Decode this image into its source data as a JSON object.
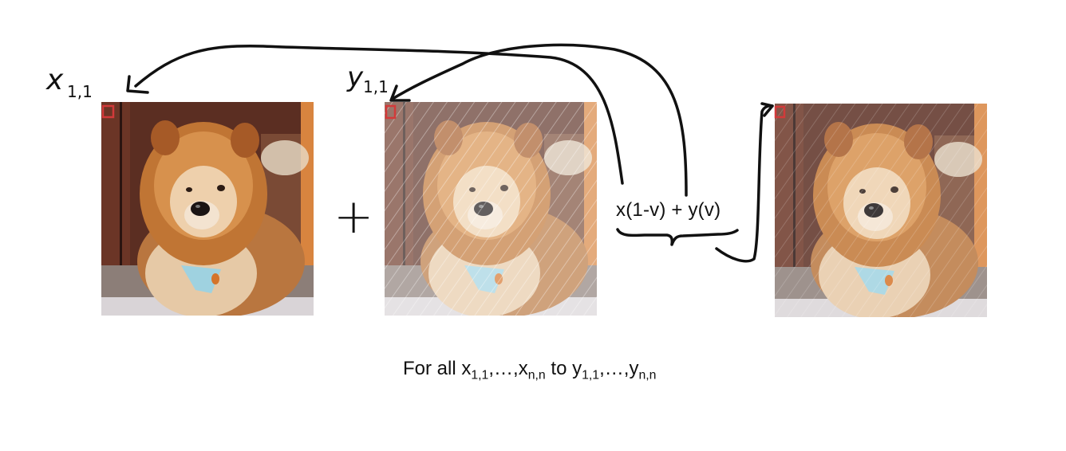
{
  "labels": {
    "x_label": "x",
    "x_label_sub": "1,1",
    "y_label": "y",
    "y_label_sub": "1,1",
    "plus": "+",
    "formula": "x(1-v) + y(v)"
  },
  "caption": {
    "prefix": "For all ",
    "x1": "x",
    "x1_sub": "1,1",
    "sep1": ",…,",
    "x2": "x",
    "x2_sub": "n,n",
    "to": " to ",
    "y1": "y",
    "y1_sub": "1,1",
    "sep2": ",…,",
    "y2": "y",
    "y2_sub": "n,n"
  },
  "images": [
    {
      "name": "source-image-x",
      "subject": "fluffy chow chow dog, original"
    },
    {
      "name": "target-image-y",
      "subject": "fluffy chow chow dog, faded with diagonal streaks"
    },
    {
      "name": "blended-image",
      "subject": "fluffy chow chow dog, blended result"
    }
  ],
  "colors": {
    "pixel_marker": "#d23a3a",
    "ink": "#111111",
    "fur": "#c8773a",
    "background_wall": "#5a2f22"
  }
}
